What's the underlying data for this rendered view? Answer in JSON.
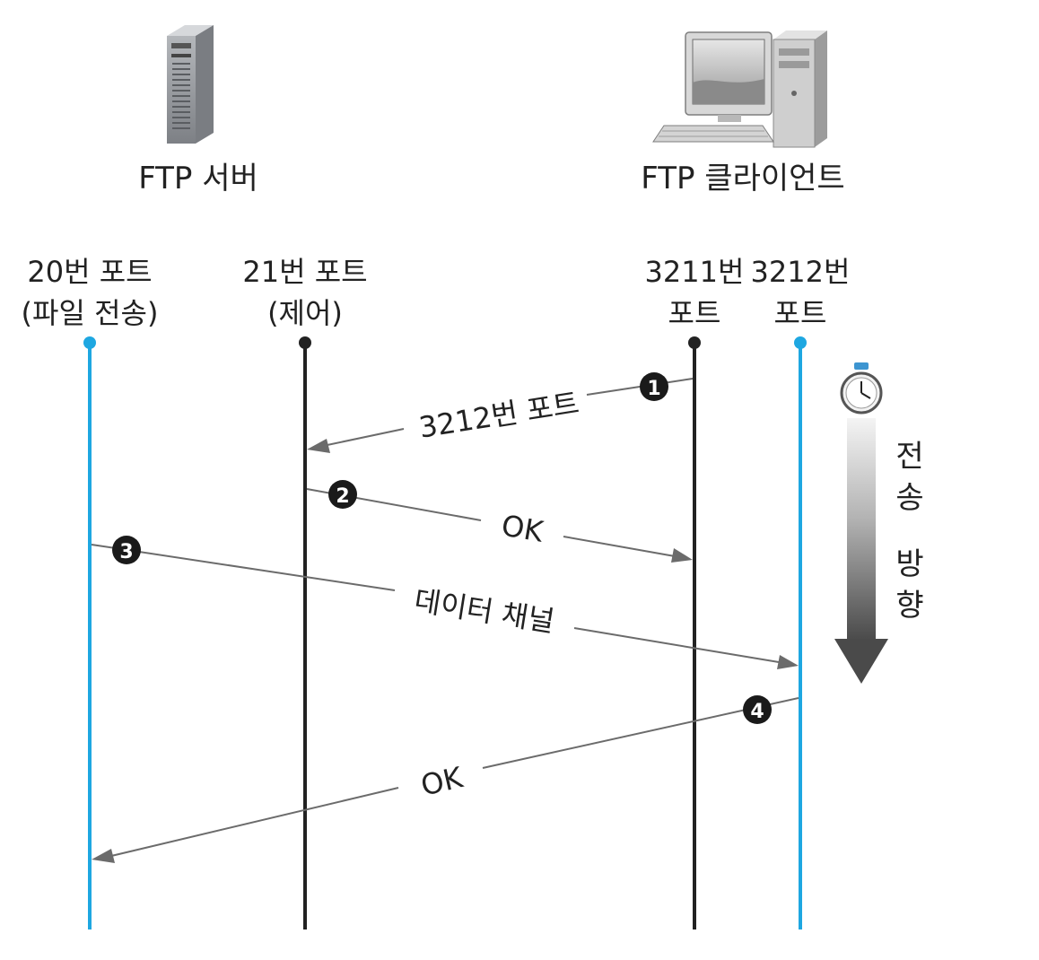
{
  "entities": {
    "server": {
      "label": "FTP 서버",
      "icon": "server-tower-icon"
    },
    "client": {
      "label": "FTP 클라이언트",
      "icon": "desktop-computer-icon"
    }
  },
  "ports": [
    {
      "id": "p20",
      "line1": "20번 포트",
      "line2": "(파일 전송)",
      "color": "#1ea7e1"
    },
    {
      "id": "p21",
      "line1": "21번 포트",
      "line2": "(제어)",
      "color": "#222222"
    },
    {
      "id": "p3211",
      "line1": "3211번",
      "line2": "포트",
      "color": "#222222"
    },
    {
      "id": "p3212",
      "line1": "3212번",
      "line2": "포트",
      "color": "#1ea7e1"
    }
  ],
  "messages": [
    {
      "step": "1",
      "label": "3212번 포트"
    },
    {
      "step": "2",
      "label": "OK"
    },
    {
      "step": "3",
      "label": "데이터 채널"
    },
    {
      "step": "4",
      "label": "OK"
    }
  ],
  "direction": {
    "chars": [
      "전",
      "송",
      "방",
      "향"
    ],
    "icon": "stopwatch-icon",
    "arrow_icon": "down-gradient-arrow-icon"
  },
  "colors": {
    "blue_line": "#1ea7e1",
    "black_line": "#222222",
    "arrow_gray": "#6b6b6b",
    "badge": "#1a1a1a"
  }
}
